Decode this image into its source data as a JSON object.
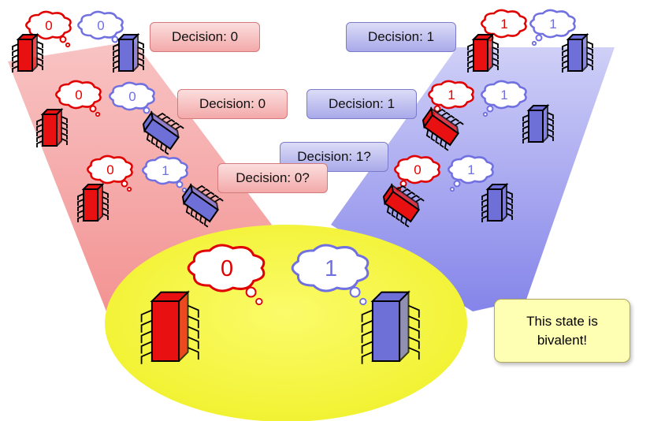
{
  "thoughts": [
    {
      "id": "t1",
      "value": "0",
      "color": "#e00000"
    },
    {
      "id": "t2",
      "value": "0",
      "color": "#7070e0"
    },
    {
      "id": "t3",
      "value": "0",
      "color": "#e00000"
    },
    {
      "id": "t4",
      "value": "0",
      "color": "#7070e0"
    },
    {
      "id": "t5",
      "value": "0",
      "color": "#e00000"
    },
    {
      "id": "t6",
      "value": "1",
      "color": "#7070e0"
    },
    {
      "id": "t7",
      "value": "1",
      "color": "#e00000"
    },
    {
      "id": "t8",
      "value": "1",
      "color": "#7070e0"
    },
    {
      "id": "t9",
      "value": "1",
      "color": "#e00000"
    },
    {
      "id": "t10",
      "value": "1",
      "color": "#7070e0"
    },
    {
      "id": "t11",
      "value": "0",
      "color": "#e00000"
    },
    {
      "id": "t12",
      "value": "1",
      "color": "#7070e0"
    },
    {
      "id": "t13",
      "value": "0",
      "color": "#e00000"
    },
    {
      "id": "t14",
      "value": "1",
      "color": "#7070e0"
    }
  ],
  "decisions": {
    "left_top": "Decision: 0",
    "left_mid": "Decision: 0",
    "left_low": "Decision: 0?",
    "right_top": "Decision: 1",
    "right_mid": "Decision: 1",
    "right_low": "Decision: 1?"
  },
  "note": {
    "line1": "This state is",
    "line2": "bivalent!"
  },
  "colors": {
    "red_process": "#e81010",
    "blue_process": "#6f6fd8",
    "left_beam": "#f28a8a",
    "right_beam": "#8f8fef",
    "bivalent_region": "#f5f53a",
    "note_bg": "#ffffb3"
  }
}
